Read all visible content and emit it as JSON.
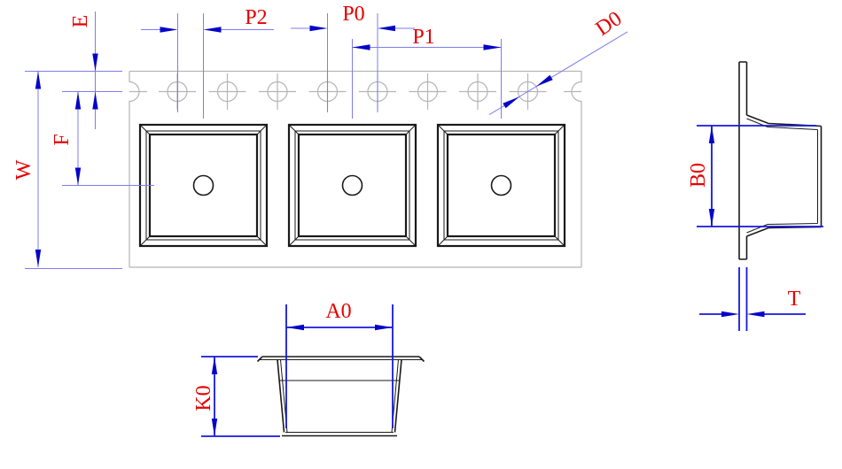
{
  "labels": {
    "e": "E",
    "p2": "P2",
    "p0": "P0",
    "p1": "P1",
    "d0": "D0",
    "w": "W",
    "f": "F",
    "b0": "B0",
    "t": "T",
    "a0": "A0",
    "k0": "K0"
  },
  "colors": {
    "background": "#ffffff",
    "label-color": "#e60000",
    "tape-color": "#b5b5b5",
    "line-color": "#1a1a1a",
    "dim-line-color": "#7d7df0",
    "dim-strong-color": "#1717dd",
    "arrow-color": "#0404c8"
  }
}
